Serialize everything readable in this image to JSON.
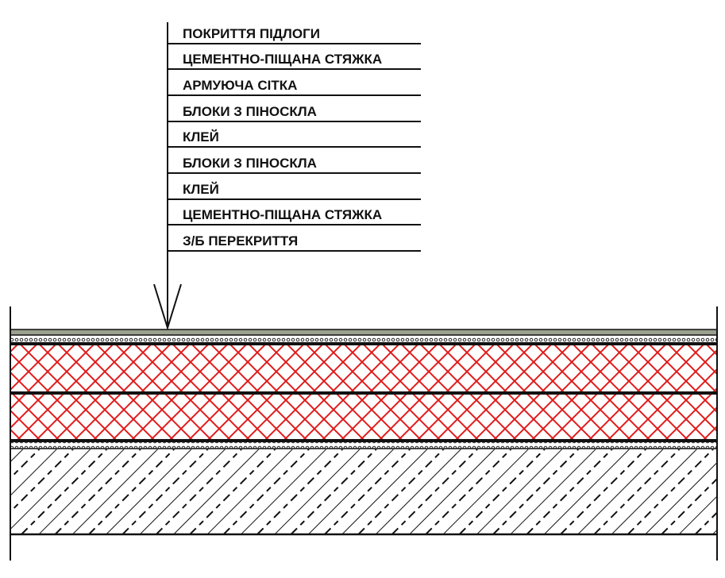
{
  "diagram": {
    "layers": [
      {
        "label": "ПОКРИТТЯ ПІДЛОГИ"
      },
      {
        "label": "ЦЕМЕНТНО-ПІЩАНА СТЯЖКА"
      },
      {
        "label": "АРМУЮЧА СІТКА"
      },
      {
        "label": "БЛОКИ З ПІНОСКЛА"
      },
      {
        "label": "КЛЕЙ"
      },
      {
        "label": "БЛОКИ З ПІНОСКЛА"
      },
      {
        "label": "КЛЕЙ"
      },
      {
        "label": "ЦЕМЕНТНО-ПІЩАНА СТЯЖКА"
      },
      {
        "label": "З/Б ПЕРЕКРИТТЯ"
      }
    ],
    "colors": {
      "foam_glass_hatch": "#e01b1b",
      "floor_cover": "#9aa08e",
      "line": "#111111"
    }
  }
}
